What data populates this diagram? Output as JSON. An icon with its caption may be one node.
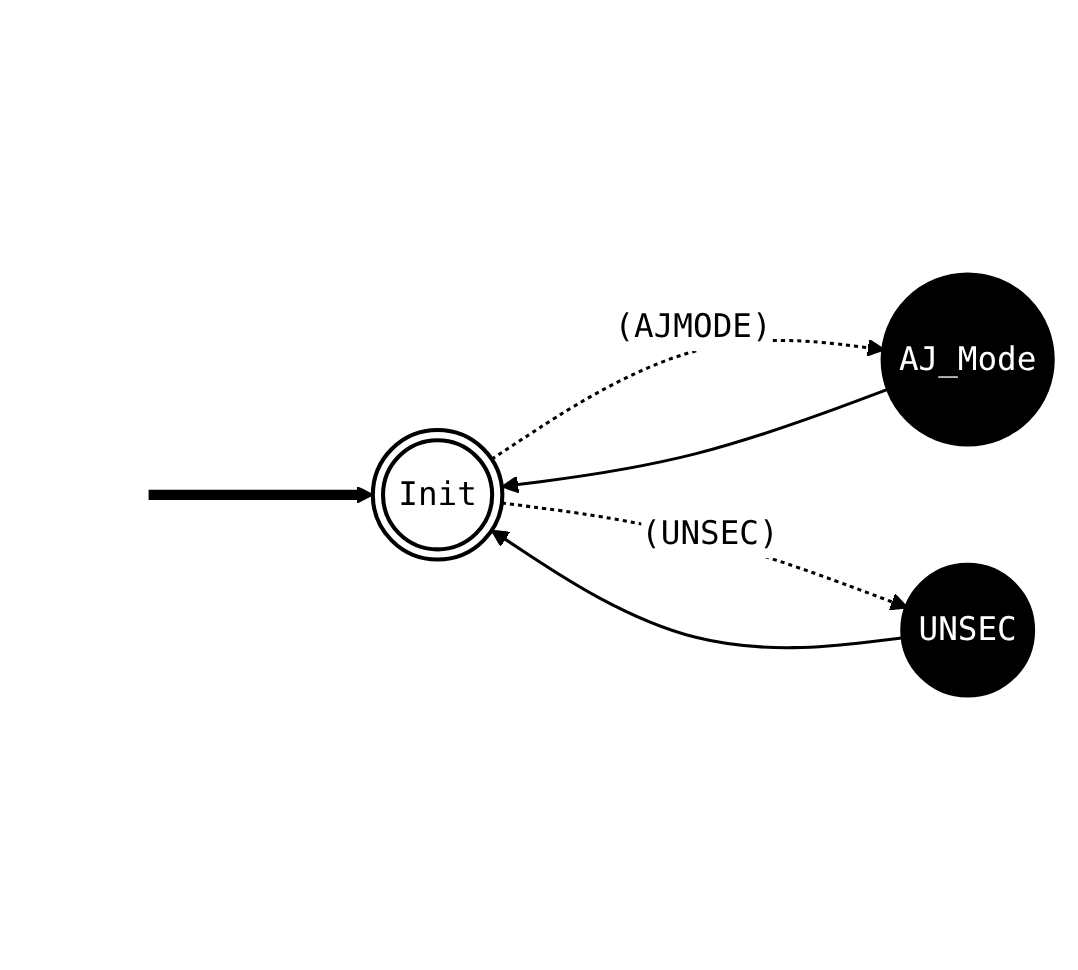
{
  "diagram": {
    "nodes": [
      {
        "text": [
          "Init"
        ]
      },
      {
        "text": [
          "AJ_Mode"
        ]
      },
      {
        "text": [
          "UNSEC"
        ]
      }
    ],
    "edges": [
      {
        "from": null,
        "to": 0,
        "arrow": "to",
        "style": "thick"
      },
      {
        "from": 0,
        "to": 1,
        "arrow": "to",
        "label": "(AJMODE)",
        "style": "dashed"
      },
      {
        "from": 0,
        "to": 2,
        "arrow": "to",
        "label": "(UNSEC)",
        "style": "dashed"
      },
      {
        "from": 1,
        "to": 0,
        "arrow": "to"
      },
      {
        "from": 2,
        "to": 0,
        "arrow": "to"
      }
    ]
  }
}
